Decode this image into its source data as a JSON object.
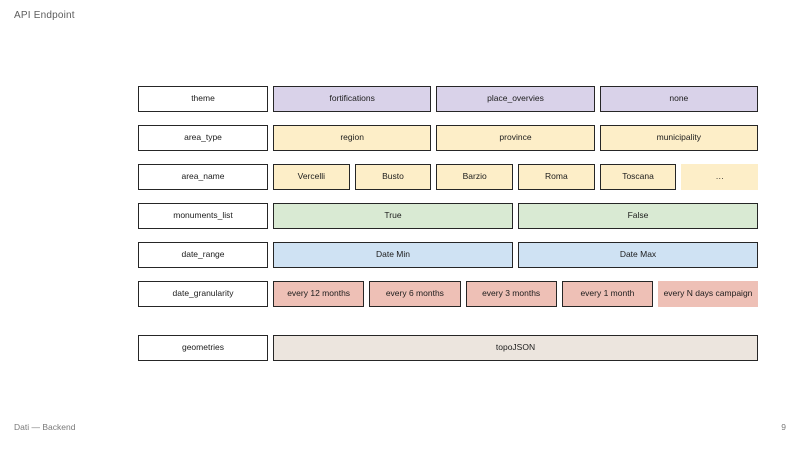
{
  "slide": {
    "title": "API Endpoint",
    "footer_left": "Dati — Backend",
    "page_number": "9"
  },
  "colors": {
    "white": "#ffffff",
    "purple": "#d9d2e9",
    "yellow": "#fdeec8",
    "green": "#d9ead3",
    "blue": "#cfe2f3",
    "red": "#eec0b6",
    "beige": "#ece5de",
    "border": "#262626",
    "text": "#1c1c1c",
    "muted": "#7a7a7a"
  },
  "rows": [
    {
      "label": "theme",
      "color": "#d9d2e9",
      "values": [
        {
          "text": "fortifications",
          "bordered": true
        },
        {
          "text": "place_overvies",
          "bordered": true
        },
        {
          "text": "none",
          "bordered": true
        }
      ]
    },
    {
      "label": "area_type",
      "color": "#fdeec8",
      "values": [
        {
          "text": "region",
          "bordered": true
        },
        {
          "text": "province",
          "bordered": true
        },
        {
          "text": "municipality",
          "bordered": true
        }
      ]
    },
    {
      "label": "area_name",
      "color": "#fdeec8",
      "values": [
        {
          "text": "Vercelli",
          "bordered": true
        },
        {
          "text": "Busto",
          "bordered": true
        },
        {
          "text": "Barzio",
          "bordered": true
        },
        {
          "text": "Roma",
          "bordered": true
        },
        {
          "text": "Toscana",
          "bordered": true
        },
        {
          "text": "…",
          "bordered": false
        }
      ]
    },
    {
      "label": "monuments_list",
      "color": "#d9ead3",
      "values": [
        {
          "text": "True",
          "bordered": true
        },
        {
          "text": "False",
          "bordered": true
        }
      ]
    },
    {
      "label": "date_range",
      "color": "#cfe2f3",
      "values": [
        {
          "text": "Date Min",
          "bordered": true
        },
        {
          "text": "Date Max",
          "bordered": true
        }
      ]
    },
    {
      "label": "date_granularity",
      "color": "#eec0b6",
      "values": [
        {
          "text": "every 12 months",
          "bordered": true
        },
        {
          "text": "every 6 months",
          "bordered": true
        },
        {
          "text": "every 3 months",
          "bordered": true
        },
        {
          "text": "every 1 month",
          "bordered": true
        },
        {
          "text": "every N days campaign",
          "bordered": false,
          "overflow": true
        }
      ]
    },
    {
      "label": "geometries",
      "color": "#ece5de",
      "spaced": true,
      "values": [
        {
          "text": "topoJSON",
          "bordered": true
        }
      ]
    }
  ]
}
